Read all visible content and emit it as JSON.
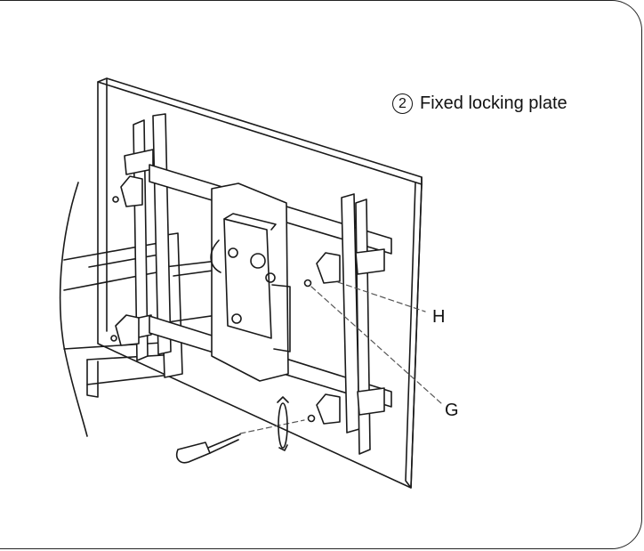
{
  "step": {
    "number": "2",
    "title": "Fixed locking plate"
  },
  "callouts": {
    "h": "H",
    "g": "G"
  },
  "colors": {
    "line": "#1a1a1a",
    "panel_border": "#222222",
    "background": "#ffffff"
  }
}
